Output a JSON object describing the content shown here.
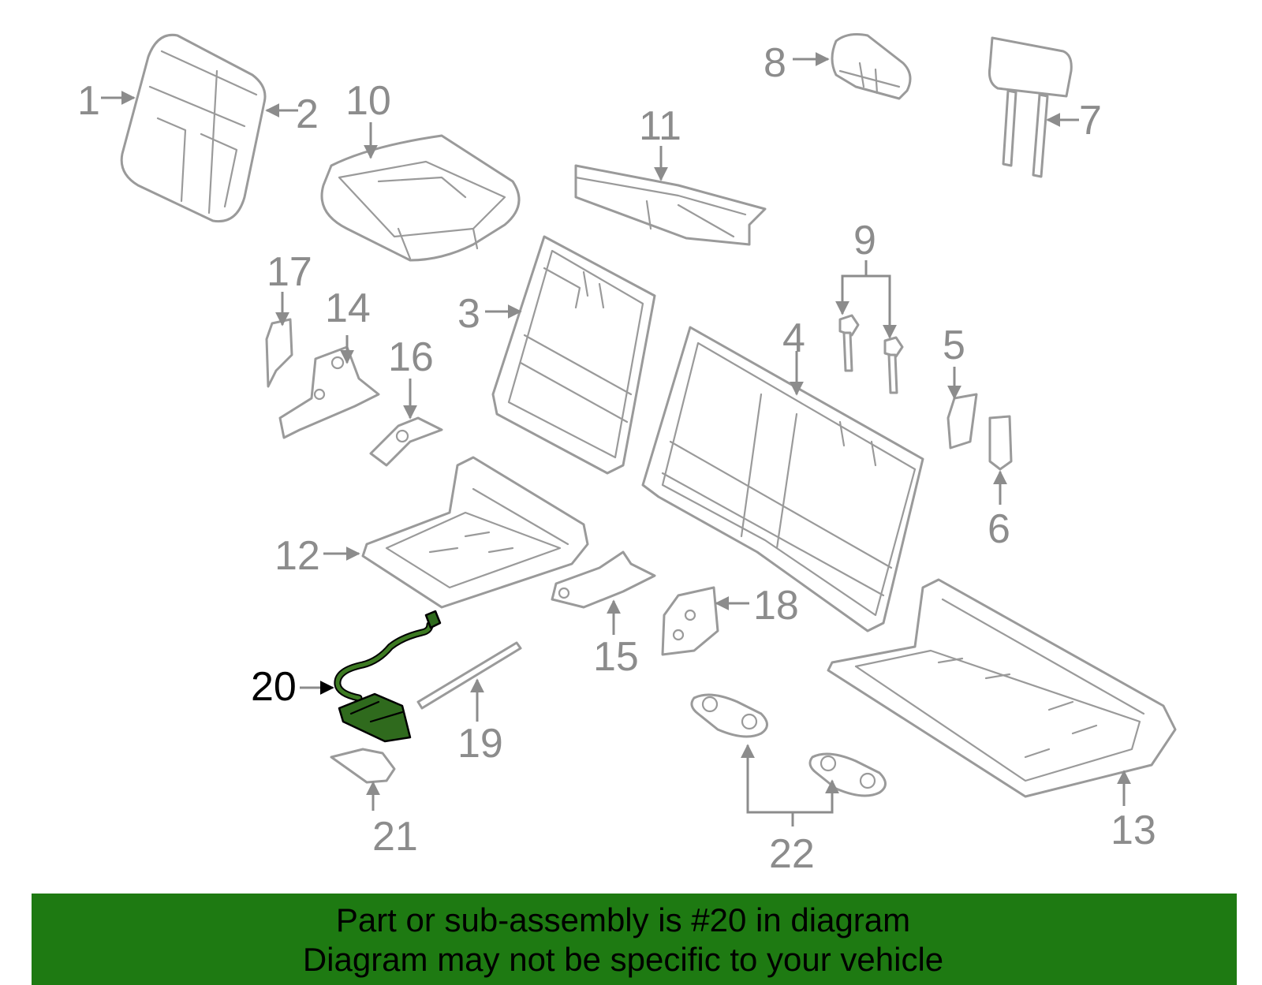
{
  "callouts": [
    "1",
    "2",
    "3",
    "4",
    "5",
    "6",
    "7",
    "8",
    "9",
    "10",
    "11",
    "12",
    "13",
    "14",
    "15",
    "16",
    "17",
    "18",
    "19",
    "20",
    "21",
    "22"
  ],
  "highlighted_part": "20",
  "colors": {
    "banner": "#1e7a12",
    "highlight": "#2f6a1d",
    "line_art": "#9a9a9a"
  },
  "banner": {
    "line1": "Part or sub-assembly is #20 in diagram",
    "line2": "Diagram may not be specific to your vehicle"
  }
}
